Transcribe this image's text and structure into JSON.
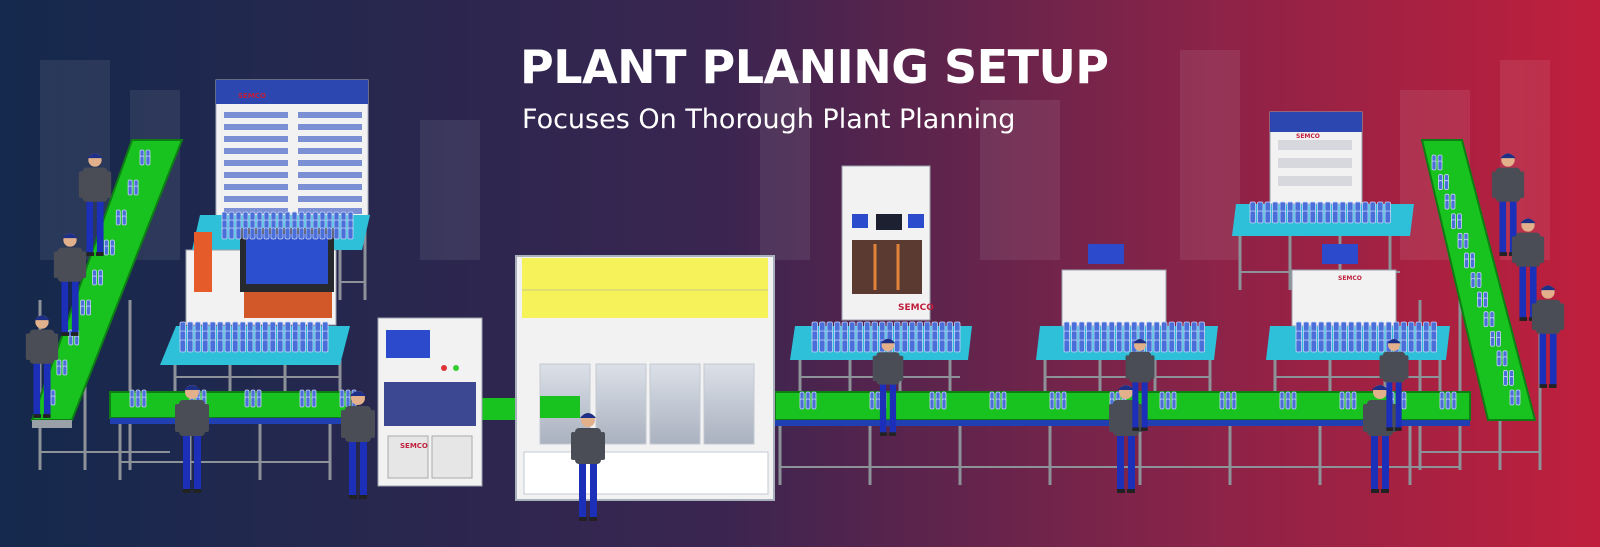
{
  "banner": {
    "title": "PLANT PLANING SETUP",
    "subtitle": "Focuses On Thorough Plant Planning"
  },
  "brand_label": "SEMCO",
  "colors": {
    "background_left": "#14294d",
    "background_mid": "#4a2550",
    "background_right": "#c01f3c",
    "conveyor_belt": "#18c21f",
    "table_top": "#2ec0d8",
    "battery_cell": "#4a6fd8",
    "worker_shirt": "#4a4d55",
    "worker_pants": "#1c2fb8",
    "cabinet_blue": "#2c47b0",
    "booth_roof": "#f6f35a",
    "machine_body": "#f2f2f2"
  }
}
